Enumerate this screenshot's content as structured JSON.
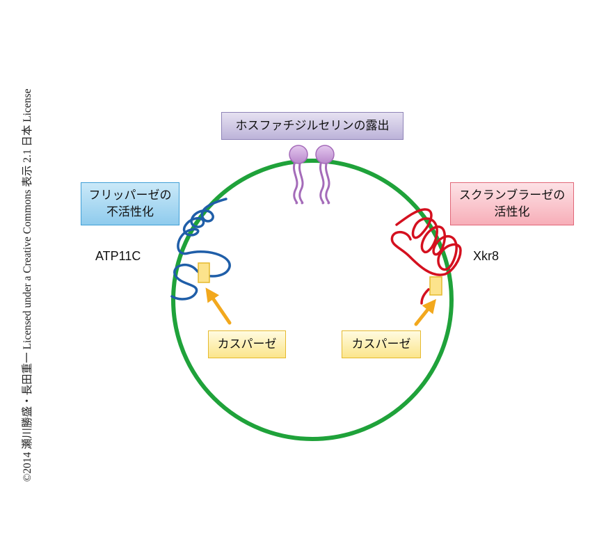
{
  "labels": {
    "exposure": "ホスファチジルセリンの露出",
    "flippase_line1": "フリッパーゼの",
    "flippase_line2": "不活性化",
    "scramblase_line1": "スクランブラーゼの",
    "scramblase_line2": "活性化",
    "atp11c": "ATP11C",
    "xkr8": "Xkr8",
    "caspase_left": "カスパーゼ",
    "caspase_right": "カスパーゼ"
  },
  "copyright": "©2014 瀬川勝盛・長田重一 Licensed under a Creative Commons 表示 2.1 日本 License",
  "colors": {
    "membrane": "#1fa23a",
    "atp11c": "#1f5ea8",
    "xkr8": "#d4101f",
    "lipid_head": "#c79ad6",
    "lipid_tail": "#a46bb9",
    "caspase_arrow": "#f2a81d",
    "cleavage_site": "#fce38c"
  }
}
